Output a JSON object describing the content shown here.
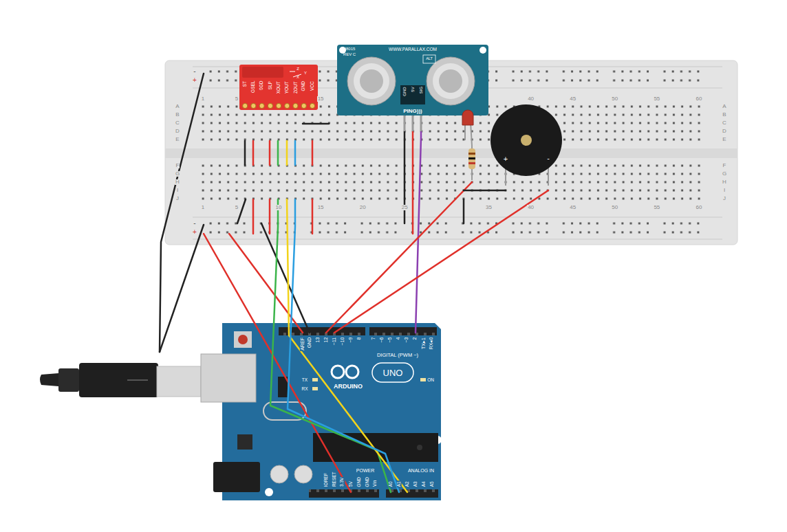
{
  "diagram": {
    "labels": [
      "1",
      "5",
      "15",
      "40",
      "45",
      "50",
      "55",
      "60",
      "1",
      "5",
      "10",
      "15",
      "20",
      "25",
      "35",
      "40",
      "45",
      "50",
      "55",
      "60",
      "A",
      "B",
      "C",
      "D",
      "E",
      "F",
      "G",
      "H",
      "I",
      "J",
      "A",
      "B",
      "C",
      "D",
      "E",
      "F",
      "G",
      "H",
      "I",
      "J",
      "-",
      "+",
      "-",
      "+",
      "Z",
      "Y",
      "X",
      "ST",
      "GSEL",
      "0GD",
      "SLP",
      "XOUT",
      "YOUT",
      "ZOUT",
      "GND",
      "VCC",
      "28015",
      "REV C",
      "WWW.PARALLAX.COM",
      "ALT",
      "PING)))",
      "GND",
      "5V",
      "SIG",
      "+",
      "-",
      "AREF",
      "GND",
      "13",
      "12",
      "~11",
      "~10",
      "~9",
      "8",
      "7",
      "~6",
      "~5",
      "4",
      "~3",
      "2",
      "TX▸1",
      "RX◂0",
      "DIGITAL (PWM ~)",
      "TX",
      "RX",
      "ARDUINO",
      "UNO",
      "ON",
      "POWER",
      "ANALOG IN",
      "IOREF",
      "RESET",
      "3.3V",
      "5V",
      "GND",
      "GND",
      "Vin",
      "A0",
      "A1",
      "A2",
      "A3",
      "A4",
      "A5"
    ]
  }
}
